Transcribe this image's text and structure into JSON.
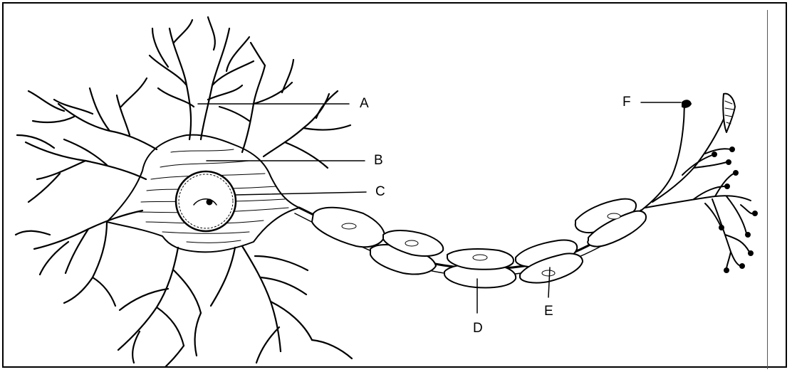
{
  "diagram": {
    "labels": {
      "a": "A",
      "b": "B",
      "c": "C",
      "d": "D",
      "e": "E",
      "f": "F"
    },
    "colors": {
      "stroke": "#000000",
      "background": "#ffffff"
    }
  }
}
